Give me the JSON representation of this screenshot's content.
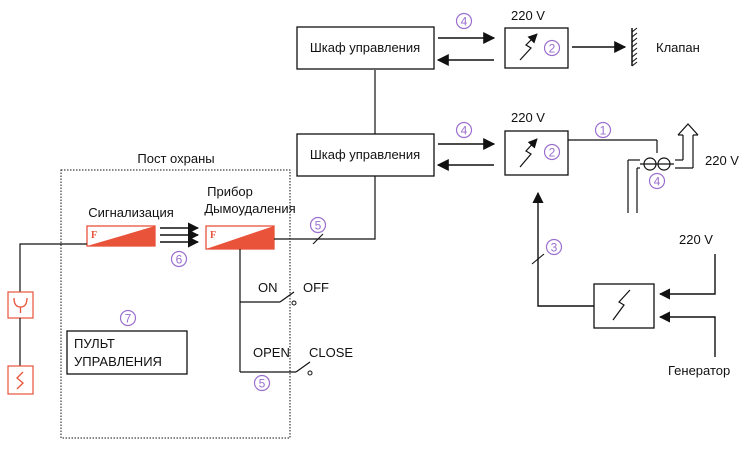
{
  "labels": {
    "cabinet_top": "Шкаф управления",
    "cabinet_mid": "Шкаф управления",
    "voltage_top": "220 V",
    "voltage_mid": "220 V",
    "voltage_right": "220 V",
    "voltage_gen": "220 V",
    "valve": "Клапан",
    "guard_post": "Пост охраны",
    "smoke_device_line1": "Прибор",
    "smoke_device_line2": "Дымоудаления",
    "alarm": "Сигнализация",
    "switch_on": "ON",
    "switch_off": "OFF",
    "switch_open": "OPEN",
    "switch_close": "CLOSE",
    "control_panel_line1": "ПУЛЬТ",
    "control_panel_line2": "УПРАВЛЕНИЯ",
    "generator": "Генератор",
    "fire_badge_alarm": "F",
    "fire_badge_device": "F"
  },
  "markers": {
    "m4_top": "4",
    "m2_top": "2",
    "m4_mid": "4",
    "m1": "1",
    "m2_mid": "2",
    "m4_right": "4",
    "m5_line": "5",
    "m3": "3",
    "m6": "6",
    "m7": "7",
    "m5_bottom": "5"
  },
  "colors": {
    "line": "#111111",
    "marker": "#9b6fcf",
    "fire_device": "#e8533a"
  }
}
